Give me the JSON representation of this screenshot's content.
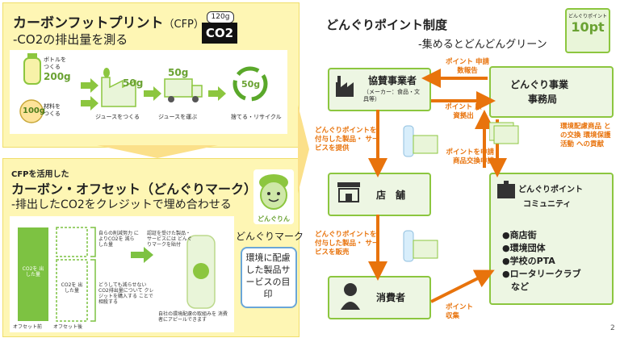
{
  "left_top": {
    "title": "カーボンフットプリント",
    "title_suffix": "（CFP）",
    "subtitle": "-CO2の排出量を測る",
    "badge_value": "120g",
    "badge_unit": "CO2",
    "bottle_label": "ボトルを つくる",
    "bottle_value": "200g",
    "material_value": "100g",
    "material_label": "材料を つくる",
    "juice_value": "50g",
    "juice_label": "ジュースをつくる",
    "truck_value": "50g",
    "truck_label": "ジュースを運ぶ",
    "recycle_value": "50g",
    "recycle_label": "捨てる・リサイクル"
  },
  "left_bottom": {
    "pre_title": "CFPを活用した",
    "title": "カーボン・オフセット（どんぐりマーク）",
    "subtitle": "-排出したCO2をクレジットで埋め合わせる",
    "mascot_text": "どんぐりん",
    "mark_label": "どんぐりマーク",
    "bar1": "CO2を 出した量",
    "bar2": "CO2を 出した量",
    "axis1": "オフセット前",
    "axis2": "オフセット後",
    "note1": "自らの削減努力 によりCO2を 減らした量",
    "note2": "どうしても減らせない CO2排出量について クレジットを購入する ことで相殺する",
    "note3": "認証を受けた製品・ サービスには どんぐりマークを貼付",
    "note4": "自社の環境配慮の取組みを 消費者にアピールできます",
    "env_label": "環境に配慮した製品サービスの目印"
  },
  "right": {
    "title": "どんぐりポイント制度",
    "subtitle": "-集めるとどんどんグリーン",
    "logo_top": "どんぐりポイント",
    "logo_value": "10pt",
    "nodes": {
      "sponsor": "協賛事業者",
      "sponsor_sub": "（メーカー：食品・文具等）",
      "office_1": "どんぐり事業",
      "office_2": "事務局",
      "store": "店　舗",
      "community_1": "どんぐりポイント",
      "community_2": "コミュニティ",
      "consumer": "消費者"
    },
    "community_items": [
      "●商店街",
      "●環境団体",
      "●学校のPTA",
      "●ロータリークラブ",
      "　など"
    ],
    "labels": {
      "point_report": "ポイント 申請数報告",
      "point_fund": "ポイント 原資拠出",
      "sponsor_to_store": "どんぐりポイントを 付与した製品・ サービスを提供",
      "store_to_consumer": "どんぐりポイントを 付与した製品・ サービスを販売",
      "apply_exchange": "ポイントを申請 商品交換申請",
      "env_exchange": "環境配慮商品 との交換 環境保護活動 への貢献",
      "collect": "ポイント 収集"
    },
    "page_number": "2"
  },
  "colors": {
    "green": "#8cc63f",
    "orange": "#e8730c",
    "yellow": "#fef6b4"
  }
}
